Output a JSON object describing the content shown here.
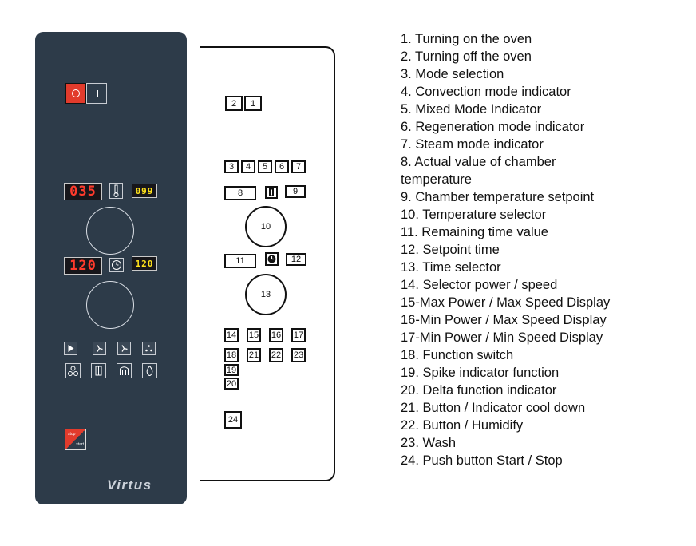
{
  "panel": {
    "display_temp_actual": "035",
    "display_temp_setpoint": "099",
    "display_time_remaining": "120",
    "display_time_setpoint": "120",
    "start_label": "start",
    "stop_label": "stop",
    "brand": "Virtus"
  },
  "schematic": {
    "b1": "1",
    "b2": "2",
    "b3": "3",
    "b4": "4",
    "b5": "5",
    "b6": "6",
    "b7": "7",
    "b8": "8",
    "b9": "9",
    "k10": "10",
    "b11": "11",
    "b12": "12",
    "k13": "13",
    "b14": "14",
    "b15": "15",
    "b16": "16",
    "b17": "17",
    "b18": "18",
    "b21": "21",
    "b22": "22",
    "b23": "23",
    "b19": "19",
    "b20": "20",
    "b24": "24"
  },
  "legend": [
    "1. Turning on the oven",
    "2. Turning off the oven",
    "3. Mode selection",
    "4. Convection mode indicator",
    "5. Mixed Mode Indicator",
    "6. Regeneration mode indicator",
    "7. Steam mode indicator",
    "8. Actual value of chamber",
    "temperature",
    "9. Chamber temperature setpoint",
    "10. Temperature selector",
    "11. Remaining time value",
    "12. Setpoint time",
    "13. Time selector",
    "14. Selector power / speed",
    "15-Max Power / Max Speed Display",
    "16-Min Power / Max Speed Display",
    "17-Min Power / Min Speed Display",
    "18. Function switch",
    "19. Spike indicator function",
    "20. Delta function indicator",
    "21. Button / Indicator cool down",
    "22. Button / Humidify",
    "23. Wash",
    "24. Push button Start / Stop"
  ]
}
